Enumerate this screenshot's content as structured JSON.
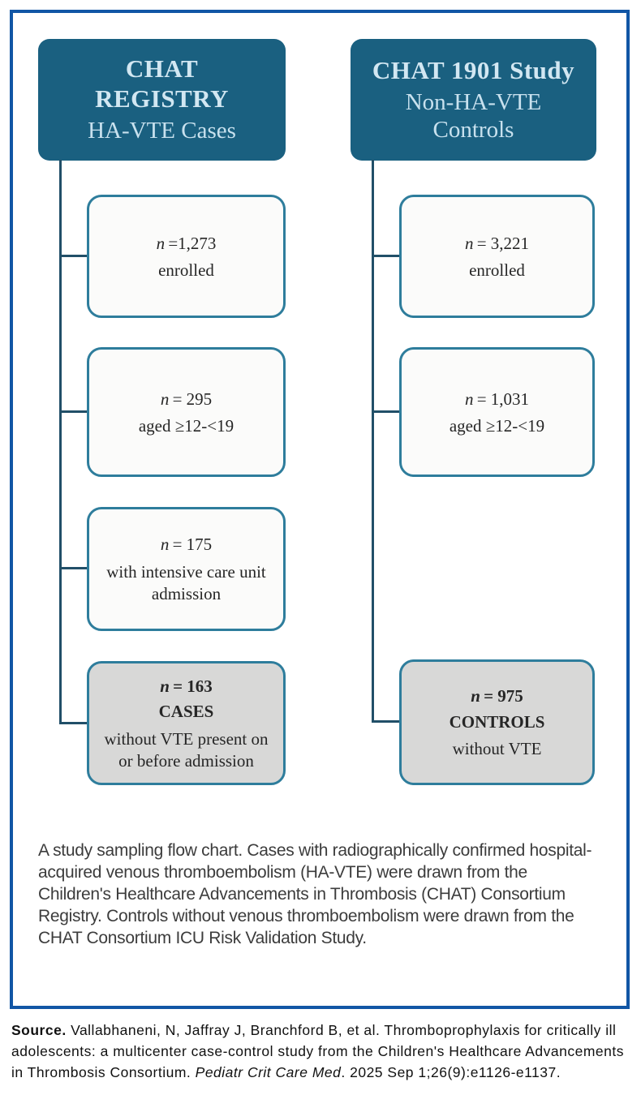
{
  "figure": {
    "left_column": {
      "header": {
        "title_lines": [
          "CHAT",
          "REGISTRY"
        ],
        "subtitle_lines": [
          "HA-VTE Cases"
        ]
      },
      "boxes": [
        {
          "n": "n",
          "value": "=1,273",
          "desc": "enrolled"
        },
        {
          "n": "n",
          "value": "= 295",
          "desc": "aged ≥12-<19"
        },
        {
          "n": "n",
          "value": "= 175",
          "desc": "with intensive care unit admission"
        },
        {
          "n": "n",
          "value": "= 163",
          "label": "CASES",
          "desc": "without VTE present on or before admission"
        }
      ]
    },
    "right_column": {
      "header": {
        "title_lines": [
          "CHAT 1901 Study"
        ],
        "subtitle_lines": [
          "Non-HA-VTE",
          "Controls"
        ]
      },
      "boxes": [
        {
          "n": "n",
          "value": "= 3,221",
          "desc": "enrolled"
        },
        {
          "n": "n",
          "value": "= 1,031",
          "desc": "aged ≥12-<19"
        },
        {
          "n": "n",
          "value": "= 975",
          "label": "CONTROLS",
          "desc": "without VTE"
        }
      ]
    },
    "caption": "A study sampling flow chart. Cases with radiographically confirmed hospital-acquired venous thromboembolism (HA-VTE) were drawn from the Children's Healthcare Advancements in Thrombosis (CHAT) Consortium Registry. Controls without venous thromboembolism were drawn from the CHAT Consortium ICU Risk Validation Study."
  },
  "source": {
    "label": "Source.",
    "text_before_journal": " Vallabhaneni, N, Jaffray J, Branchford B, et al. Thromboprophylaxis for critically ill adolescents: a multicenter case-control study from the Children's Healthcare Advancements in Thrombosis Consortium. ",
    "journal": "Pediatr Crit Care Med",
    "text_after_journal": ". 2025 Sep 1;26(9):e1126-e1137."
  },
  "colors": {
    "outer_border": "#1156a5",
    "header_background": "#1a6080",
    "header_text": "#d2e7f2",
    "box_border": "#2e7d9c",
    "box_fill_light": "#fbfbfa",
    "box_fill_grey": "#d8d8d7",
    "connector": "#214f68"
  }
}
